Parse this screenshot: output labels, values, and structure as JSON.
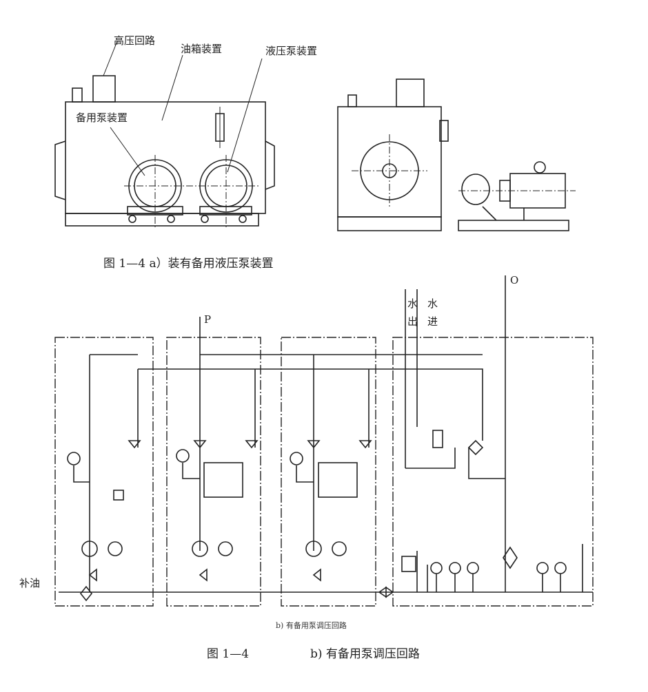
{
  "figure_a": {
    "labels": {
      "high_pressure_circuit": "高压回路",
      "oil_tank_unit": "油箱装置",
      "hydraulic_pump_unit": "液压泵装置",
      "standby_pump_unit": "备用泵装置"
    },
    "caption": "图 1—4  a）装有备用液压泵装置"
  },
  "figure_b": {
    "labels": {
      "outlet_O": "O",
      "pressure_P": "P",
      "water_out": "水出",
      "water_in": "水进",
      "makeup_oil": "补油"
    },
    "subcaption": "b) 有备用泵调压回路",
    "caption_number": "图 1—4",
    "caption_text": "b) 有备用泵调压回路"
  }
}
